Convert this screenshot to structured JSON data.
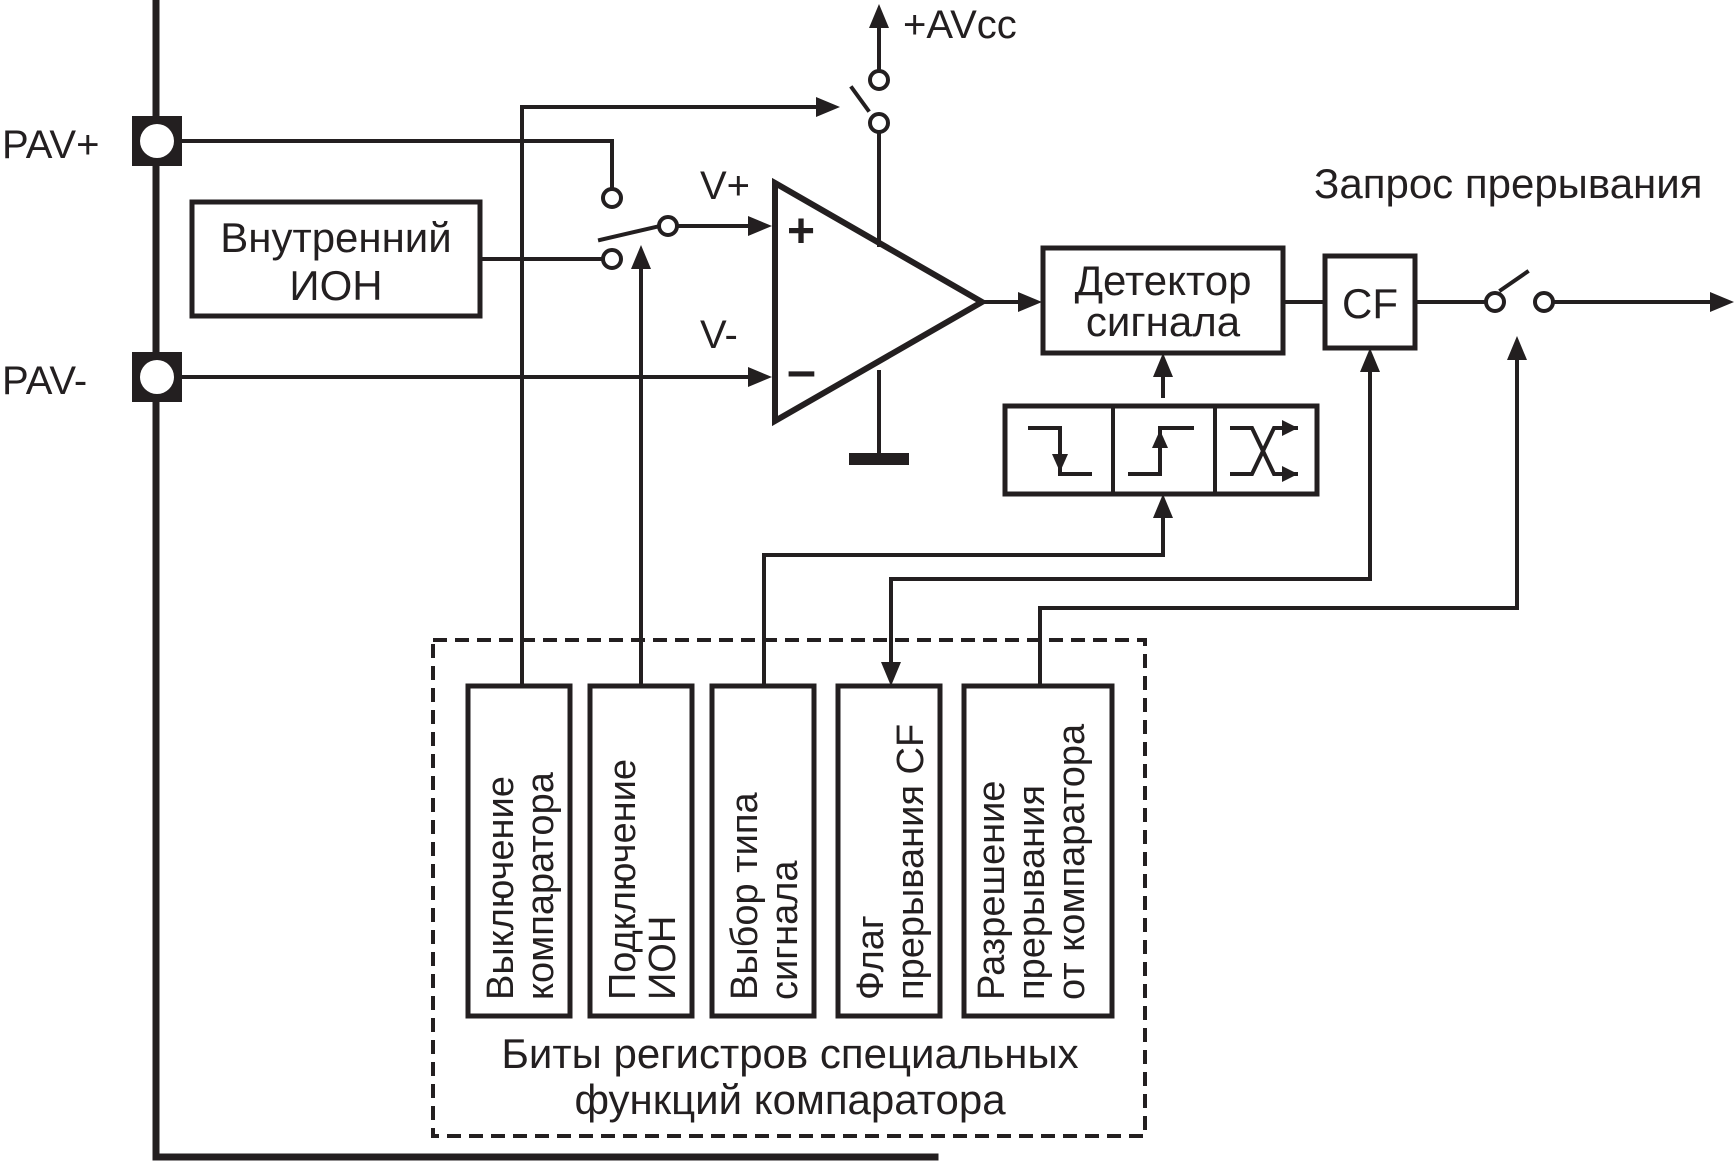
{
  "pins": {
    "pav_plus": "PAV+",
    "pav_minus": "PAV-"
  },
  "supply": "+AVcc",
  "inputs": {
    "v_plus": "V+",
    "v_minus": "V-"
  },
  "opamp": {
    "plus": "+",
    "minus": "–"
  },
  "blocks": {
    "ion": [
      "Внутренний",
      "ИОН"
    ],
    "detector": [
      "Детектор",
      "сигнала"
    ],
    "cf": "CF"
  },
  "irq_label": "Запрос прерывания",
  "registers": [
    [
      "Выключение",
      "компаратора"
    ],
    [
      "Подключение",
      "ИОН"
    ],
    [
      "Выбор типа",
      "сигнала"
    ],
    [
      "Флаг",
      "прерывания CF"
    ],
    [
      "Разрешение",
      "прерывания",
      "от компаратора"
    ]
  ],
  "caption": [
    "Биты регистров специальных",
    "функций компаратора"
  ],
  "edge_modes": [
    "falling-edge-icon",
    "rising-edge-icon",
    "toggle-edge-icon"
  ],
  "colors": {
    "ink": "#231f20",
    "background": "#ffffff"
  }
}
